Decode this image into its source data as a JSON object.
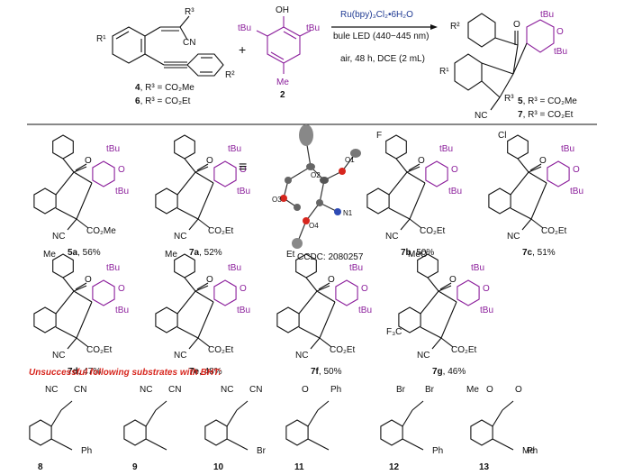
{
  "scheme": {
    "reactant_1": {
      "r1": "R¹",
      "r2": "R²",
      "r3": "R³",
      "cn": "CN"
    },
    "reactant_2": {
      "oh": "OH",
      "tbu": "tBu",
      "me": "Me",
      "label": "2"
    },
    "plus": "+",
    "conditions_top": "Ru(bpy)₃Cl₂•6H₂O",
    "conditions_mid": "bule LED (440−445 nm)",
    "conditions_bot": "air, 48 h, DCE (2 mL)",
    "reactant_labels": [
      {
        "num": "4",
        "text": ", R³ = CO₂Me"
      },
      {
        "num": "6",
        "text": ", R³ = CO₂Et"
      }
    ],
    "product_labels": [
      {
        "num": "5",
        "text": ", R³ = CO₂Me"
      },
      {
        "num": "7",
        "text": ", R³ = CO₂Et"
      }
    ],
    "product": {
      "r1": "R¹",
      "r2": "R²",
      "r3": "R³",
      "nc": "NC",
      "o": "O",
      "tbu": "tBu"
    }
  },
  "crystal": {
    "atoms": [
      "O2",
      "O1",
      "O3",
      "O4",
      "N1"
    ],
    "ccdc": "CCDC: 2080257"
  },
  "products": [
    {
      "id": "5a",
      "yield": ", 56%",
      "ester": "CO₂Me",
      "sub": "",
      "sub_color": ""
    },
    {
      "id": "7a",
      "yield": ", 52%",
      "ester": "CO₂Et",
      "sub": "",
      "sub_color": ""
    },
    {
      "id": "7b",
      "yield": ", 50%",
      "ester": "CO₂Et",
      "sub": "F",
      "sub_color": "#8B1E9B"
    },
    {
      "id": "7c",
      "yield": ", 51%",
      "ester": "CO₂Et",
      "sub": "Cl",
      "sub_color": "#2E9B3A"
    },
    {
      "id": "7d",
      "yield": ", 47%",
      "ester": "CO₂Et",
      "sub": "Me",
      "sub_color": "#1F3A93"
    },
    {
      "id": "7e",
      "yield": ", 48%",
      "ester": "CO₂Et",
      "sub": "Me",
      "sub_color": "#111111"
    },
    {
      "id": "7f",
      "yield": ", 50%",
      "ester": "CO₂Et",
      "sub": "Et",
      "sub_color": "#1F3A93"
    },
    {
      "id": "7g",
      "yield": ", 46%",
      "ester": "CO₂Et",
      "sub": "MeO",
      "sub_color": "#1F3A93",
      "sub2": "F₃C",
      "sub2_color": "#D7261E"
    }
  ],
  "common": {
    "nc": "NC",
    "o": "O",
    "tbu": "tBu"
  },
  "unsuccessful": {
    "title": "Unsuccessful following substrates with BHT:",
    "title_color": "#D7261E",
    "items": [
      {
        "id": "8",
        "groups": [
          "NC",
          "CN",
          "Ph"
        ]
      },
      {
        "id": "9",
        "groups": [
          "NC",
          "CN"
        ]
      },
      {
        "id": "10",
        "groups": [
          "NC",
          "CN",
          "Br"
        ]
      },
      {
        "id": "11",
        "groups": [
          "O",
          "Ph"
        ]
      },
      {
        "id": "12",
        "groups": [
          "Br",
          "Br",
          "Ph"
        ]
      },
      {
        "id": "13",
        "groups": [
          "O",
          "O",
          "Me",
          "Me",
          "Ph"
        ]
      }
    ]
  }
}
